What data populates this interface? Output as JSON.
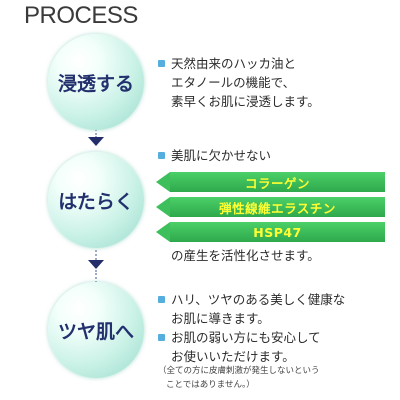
{
  "title": "PROCESS",
  "steps": [
    {
      "label": "浸透する",
      "lines": [
        "天然由来のハッカ油と",
        "エタノールの機能で、",
        "素早くお肌に浸透します。"
      ]
    },
    {
      "label": "はたらく",
      "intro": "美肌に欠かせない",
      "bars": [
        "コラーゲン",
        "弾性線維エラスチン",
        "HSP47"
      ],
      "outro": "の産生を活性化させます。"
    },
    {
      "label": "ツヤ肌へ",
      "bullet1": [
        "ハリ、ツヤのある美しく健康な",
        "お肌に導きます。"
      ],
      "bullet2": [
        "お肌の弱い方にも安心して",
        "お使いいただけます。"
      ],
      "note": [
        "（全ての方に皮膚刺激が発生しないという",
        "ことではありません。）"
      ]
    }
  ],
  "colors": {
    "bullet_marker": "#56aedf",
    "bar_green": "#3dbf5b",
    "bar_text": "#ffff33",
    "circle_text": "#22306e",
    "arrow": "#222d6a"
  }
}
